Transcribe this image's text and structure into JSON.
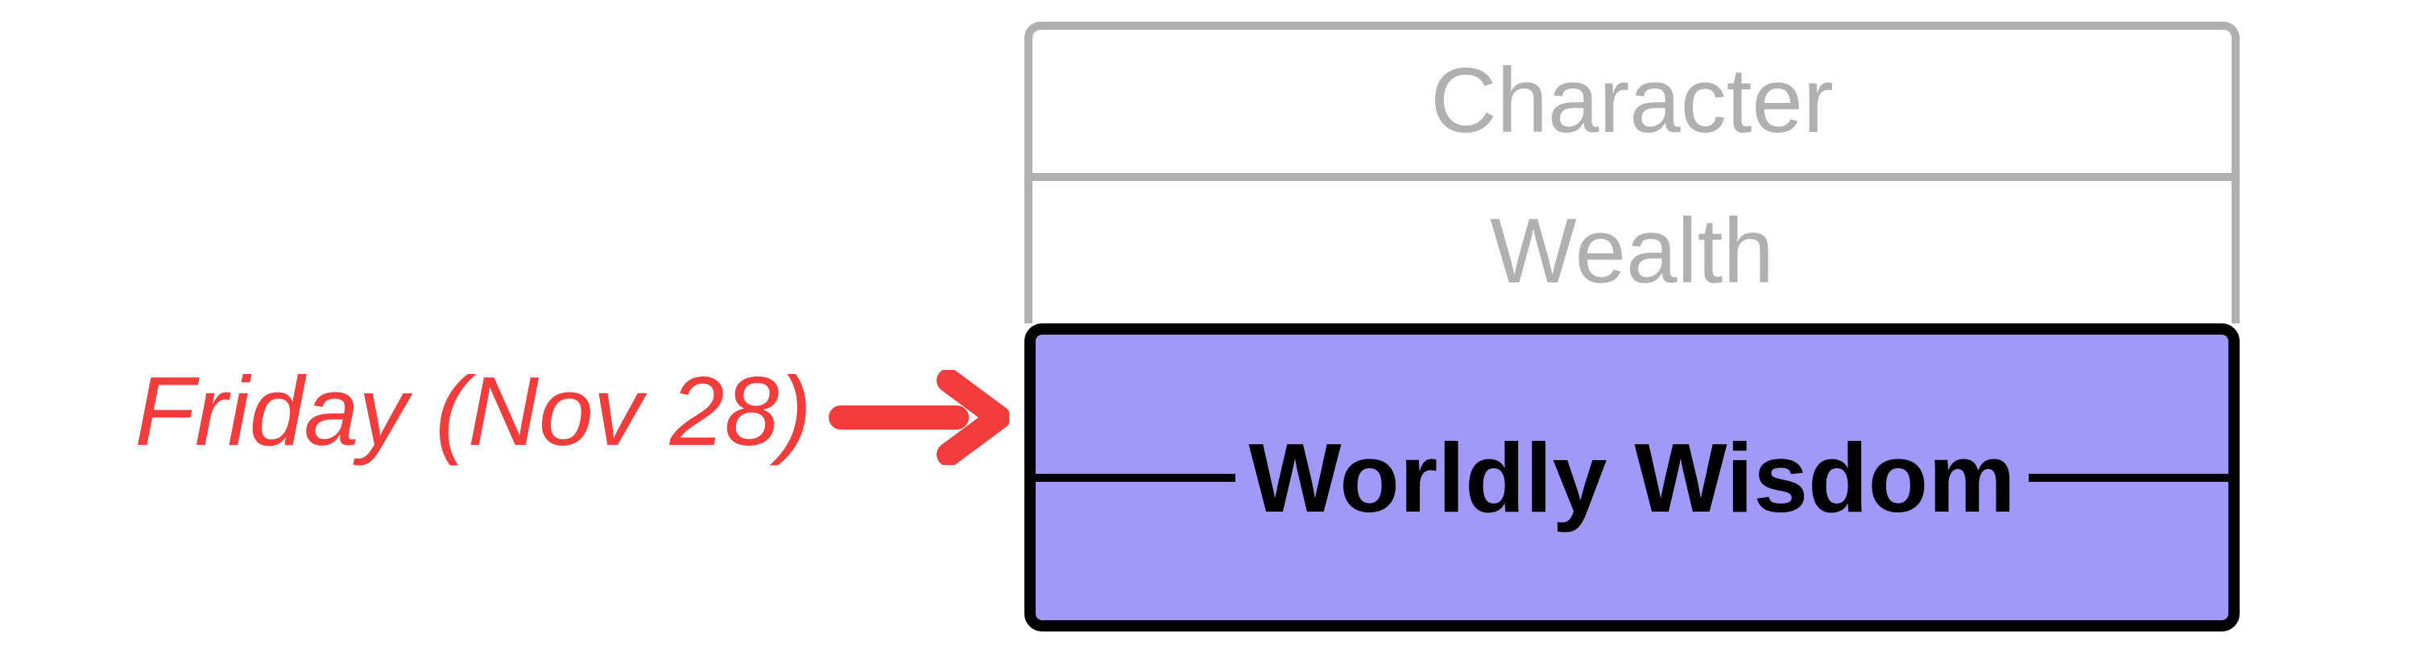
{
  "diagram": {
    "stack": {
      "rows": [
        {
          "label": "Character",
          "highlighted": false
        },
        {
          "label": "Wealth",
          "highlighted": false
        },
        {
          "label": "Worldly Wisdom",
          "highlighted": true
        }
      ]
    },
    "annotation": {
      "label": "Friday (Nov 28)",
      "arrow_icon": "red-arrow-right"
    },
    "colors": {
      "highlight_fill": "#a099f8",
      "highlight_outline": "#000000",
      "inactive_outline": "#b0b0b0",
      "inactive_text": "#b0b0b0",
      "annotation_red": "#f23b3b"
    }
  }
}
